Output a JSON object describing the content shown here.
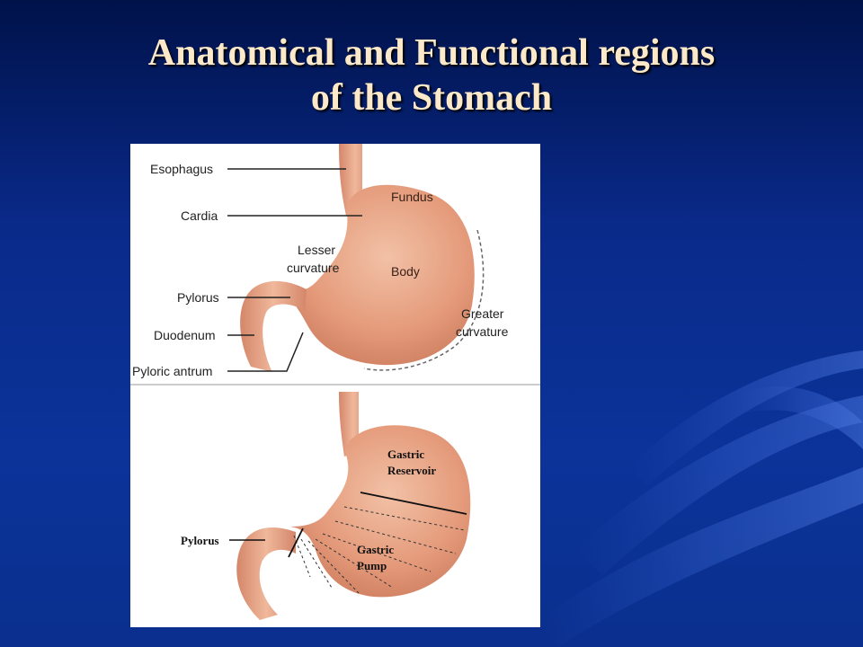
{
  "slide": {
    "title_line1": "Anatomical and Functional regions",
    "title_line2": "of the Stomach"
  },
  "colors": {
    "background": "#0b3399",
    "title": "#fce9c9",
    "stomach": "#e49a7a",
    "stomach_shade": "#c9785a"
  },
  "anatomical": {
    "labels": {
      "esophagus": "Esophagus",
      "cardia": "Cardia",
      "lesser_curvature_1": "Lesser",
      "lesser_curvature_2": "curvature",
      "pylorus": "Pylorus",
      "duodenum": "Duodenum",
      "pyloric_antrum": "Pyloric antrum",
      "fundus": "Fundus",
      "body": "Body",
      "greater_curvature_1": "Greater",
      "greater_curvature_2": "curvature"
    }
  },
  "functional": {
    "labels": {
      "gastric_reservoir_1": "Gastric",
      "gastric_reservoir_2": "Reservoir",
      "gastric_pump_1": "Gastric",
      "gastric_pump_2": "Pump",
      "pylorus": "Pylorus"
    }
  }
}
